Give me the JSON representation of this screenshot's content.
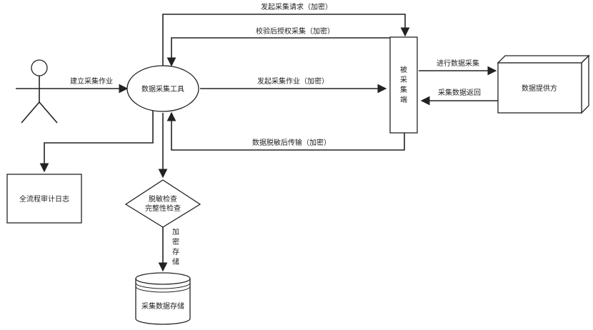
{
  "nodes": {
    "tool": "数据采集工具",
    "collected_end_chars": [
      "被",
      "采",
      "集",
      "端"
    ],
    "provider": "数据提供方",
    "audit_log": "全流程审计日志",
    "check_line1": "脱敏检查",
    "check_line2": "完整性检查",
    "storage": "采集数据存储"
  },
  "edges": {
    "create_job": "建立采集作业",
    "request": "发起采集请求（加密）",
    "authorize": "校验后授权采集（加密）",
    "start_job": "发起采集作业（加密）",
    "transmit": "数据脱敏后传输（加密）",
    "do_collect": "进行数据采集",
    "return_data": "采集数据返回",
    "encrypt_store_chars": [
      "加",
      "密",
      "存",
      "储"
    ]
  }
}
